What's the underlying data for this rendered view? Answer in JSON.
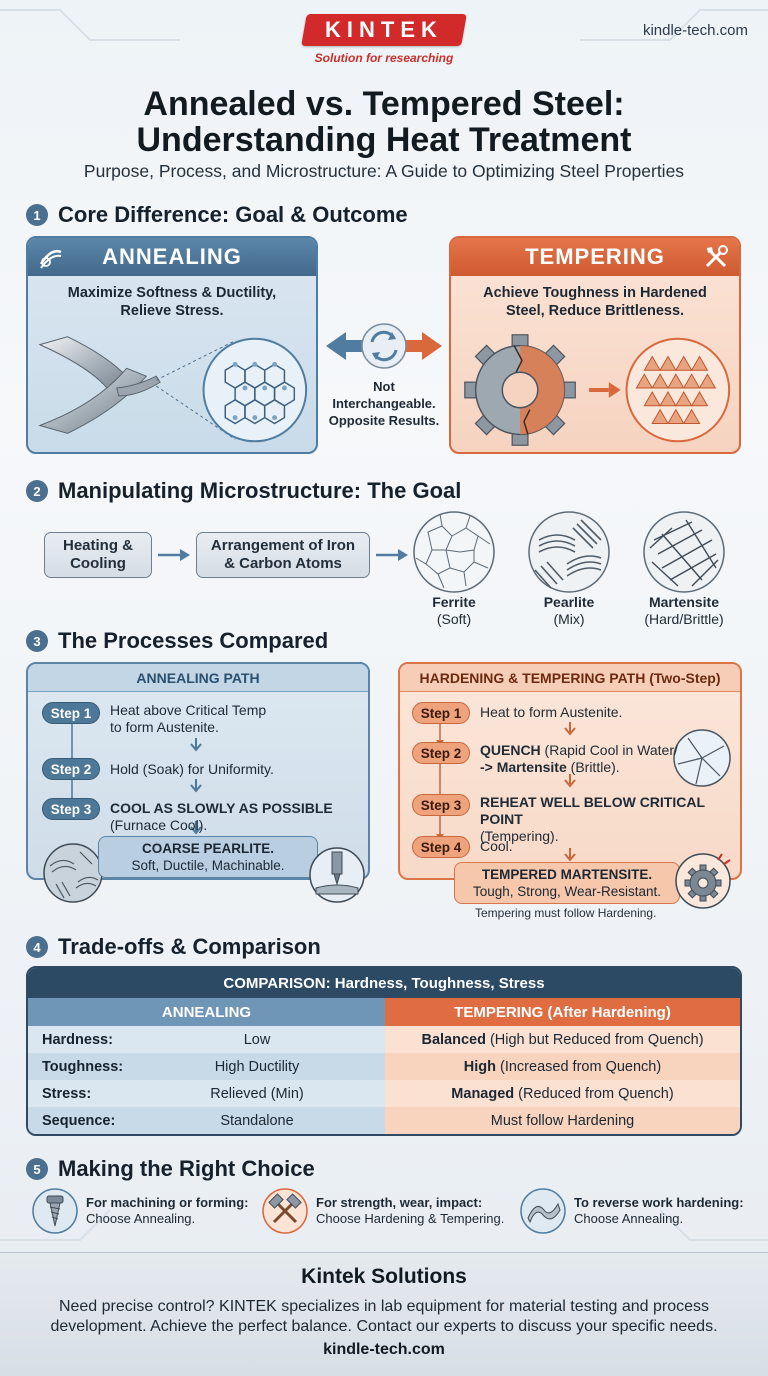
{
  "header": {
    "logo": "KINTEK",
    "tagline": "Solution for researching",
    "site": "kindle-tech.com",
    "title_line1": "Annealed vs. Tempered Steel:",
    "title_line2": "Understanding Heat Treatment",
    "subtitle": "Purpose, Process, and Microstructure: A Guide to Optimizing Steel Properties"
  },
  "section1": {
    "num": "1",
    "title": "Core Difference: Goal & Outcome",
    "annealing": {
      "title": "ANNEALING",
      "desc1": "Maximize Softness & Ductility,",
      "desc2": "Relieve Stress."
    },
    "tempering": {
      "title": "TEMPERING",
      "desc1": "Achieve Toughness in Hardened",
      "desc2": "Steel, Reduce Brittleness."
    },
    "middle1": "Not",
    "middle2": "Interchangeable.",
    "middle3": "Opposite Results."
  },
  "section2": {
    "num": "2",
    "title": "Manipulating Microstructure: The Goal",
    "box1_line1": "Heating &",
    "box1_line2": "Cooling",
    "box2_line1": "Arrangement of Iron",
    "box2_line2": "& Carbon Atoms",
    "structures": [
      {
        "name": "Ferrite",
        "desc": "(Soft)"
      },
      {
        "name": "Pearlite",
        "desc": "(Mix)"
      },
      {
        "name": "Martensite",
        "desc": "(Hard/Brittle)"
      }
    ]
  },
  "section3": {
    "num": "3",
    "title": "The Processes Compared",
    "annealing_path": {
      "title": "ANNEALING PATH",
      "steps": [
        {
          "label": "Step 1",
          "line1": "Heat above Critical Temp",
          "line2": "to form Austenite."
        },
        {
          "label": "Step 2",
          "line1": "Hold (Soak) for Uniformity.",
          "line2": ""
        },
        {
          "label": "Step 3",
          "line1": "COOL AS SLOWLY AS POSSIBLE",
          "line2": "(Furnace Cool)."
        }
      ],
      "result1": "COARSE PEARLITE.",
      "result2": "Soft, Ductile, Machinable."
    },
    "tempering_path": {
      "title": "HARDENING & TEMPERING PATH (Two-Step)",
      "steps": [
        {
          "label": "Step 1",
          "line1": "Heat to form Austenite.",
          "line2": ""
        },
        {
          "label": "Step 2",
          "line1a": "QUENCH",
          "line1b": " (Rapid Cool in Water/",
          "line2a": "-> ",
          "line2b": "Martensite",
          "line2c": " (Brittle)."
        },
        {
          "label": "Step 3",
          "line1": "REHEAT WELL BELOW CRITICAL POINT",
          "line2": "(Tempering)."
        },
        {
          "label": "Step 4",
          "line1": "Cool.",
          "line2": ""
        }
      ],
      "result1": "TEMPERED MARTENSITE.",
      "result2": "Tough, Strong, Wear-Resistant.",
      "note": "Tempering must follow Hardening."
    }
  },
  "section4": {
    "num": "4",
    "title": "Trade-offs & Comparison",
    "table_title": "COMPARISON: Hardness, Toughness, Stress",
    "col_a": "ANNEALING",
    "col_b": "TEMPERING (After Hardening)",
    "rows": [
      {
        "label": "Hardness:",
        "a": "Low",
        "b_bold": "Balanced",
        "b_rest": "(High but Reduced from Quench)"
      },
      {
        "label": "Toughness:",
        "a": "High Ductility",
        "b_bold": "High",
        "b_rest": "(Increased from Quench)"
      },
      {
        "label": "Stress:",
        "a": "Relieved (Min)",
        "b_bold": "Managed",
        "b_rest": "(Reduced from Quench)"
      },
      {
        "label": "Sequence:",
        "a": "Standalone",
        "b_bold": "",
        "b_rest": "Must follow Hardening"
      }
    ]
  },
  "section5": {
    "num": "5",
    "title": "Making the Right Choice",
    "choices": [
      {
        "head": "For machining or forming:",
        "body": "Choose Annealing."
      },
      {
        "head": "For strength, wear, impact:",
        "body": "Choose Hardening & Tempering."
      },
      {
        "head": "To reverse work hardening:",
        "body": "Choose Annealing."
      }
    ]
  },
  "footer": {
    "title": "Kintek Solutions",
    "line1": "Need precise control? KINTEK specializes in lab equipment for material testing and process",
    "line2": "development. Achieve the perfect balance. Contact our experts to discuss your specific needs.",
    "site": "kindle-tech.com"
  },
  "colors": {
    "annealing_blue": "#4f7ca0",
    "tempering_orange": "#d9683d",
    "brand_red": "#d22a2a",
    "table_navy": "#2c4a64"
  }
}
